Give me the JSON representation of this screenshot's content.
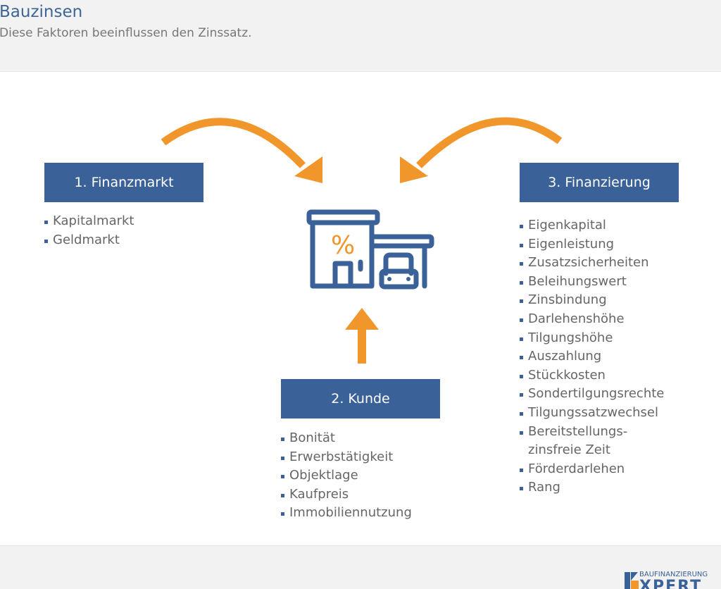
{
  "header": {
    "title": "Bauzinsen",
    "subtitle": "Diese Faktoren beeinflussen den Zinssatz."
  },
  "boxes": {
    "finanzmarkt": "1. Finanzmarkt",
    "kunde": "2. Kunde",
    "finanzierung": "3. Finanzierung"
  },
  "finanzmarkt_items": [
    "Kapitalmarkt",
    "Geldmarkt"
  ],
  "kunde_items": [
    "Bonität",
    "Erwerbstätigkeit",
    "Objektlage",
    "Kaufpreis",
    "Immobiliennutzung"
  ],
  "finanzierung_items": [
    "Eigenkapital",
    "Eigenleistung",
    "Zusatzsicherheiten",
    "Beleihungswert",
    "Zinsbindung",
    "Darlehenshöhe",
    "Tilgungshöhe",
    "Auszahlung",
    "Stückkosten",
    "Sondertilgungsrechte",
    "Tilgungssatzwechsel",
    "Bereitstellungs-",
    "zinsfreie Zeit",
    "Förderdarlehen",
    "Rang"
  ],
  "center_icon": {
    "symbol": "%"
  },
  "logo": {
    "top": "BAUFINANZIERUNG",
    "bottom": "XPERT"
  },
  "colors": {
    "blue": "#3a6198",
    "orange": "#f0962a"
  }
}
